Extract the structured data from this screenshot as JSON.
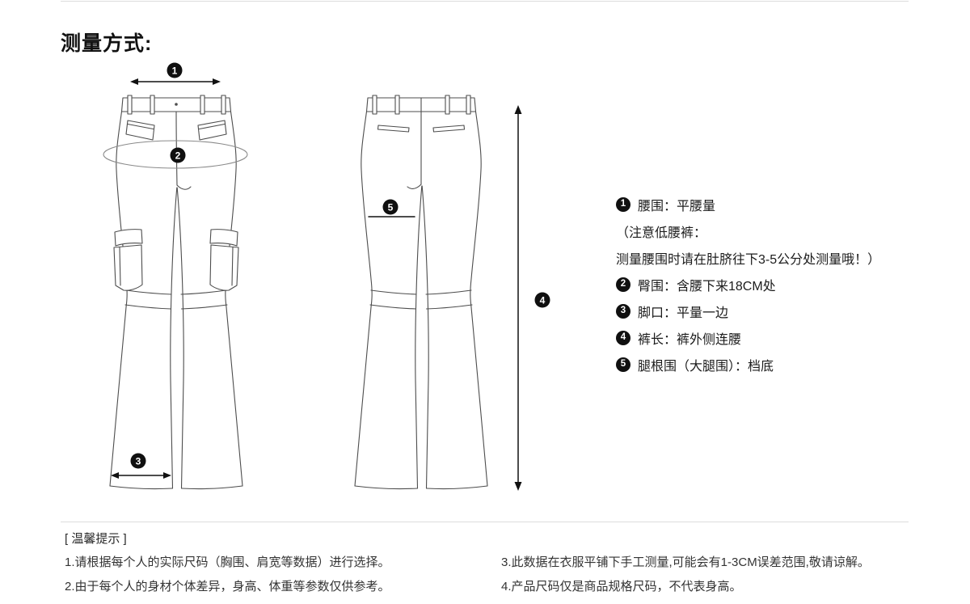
{
  "page": {
    "title": "测量方式:"
  },
  "diagram": {
    "markers": {
      "waist": "1",
      "hip": "2",
      "hem": "3",
      "length": "4",
      "thigh": "5"
    }
  },
  "legend": {
    "items": [
      {
        "num": "1",
        "label": "腰围：平腰量"
      },
      {
        "num": "2",
        "label": "臀围：含腰下来18CM处"
      },
      {
        "num": "3",
        "label": "脚口：平量一边"
      },
      {
        "num": "4",
        "label": "裤长：裤外侧连腰"
      },
      {
        "num": "5",
        "label": "腿根围（大腿围）：档底"
      }
    ],
    "waist_note_line1": "（注意低腰裤：",
    "waist_note_line2": "测量腰围时请在肚脐往下3-5公分处测量哦！）"
  },
  "footer": {
    "heading": "[ 温馨提示 ]",
    "notes_left": [
      "1.请根据每个人的实际尺码（胸围、肩宽等数据）进行选择。",
      "2.由于每个人的身材个体差异，身高、体重等参数仅供参考。"
    ],
    "notes_right": [
      "3.此数据在衣服平铺下手工测量,可能会有1-3CM误差范围,敬请谅解。",
      "4.产品尺码仅是商品规格尺码，不代表身高。"
    ]
  },
  "colors": {
    "line_art": "#4d4d4d",
    "accent_black": "#111111",
    "divider": "#dcdcdc"
  }
}
